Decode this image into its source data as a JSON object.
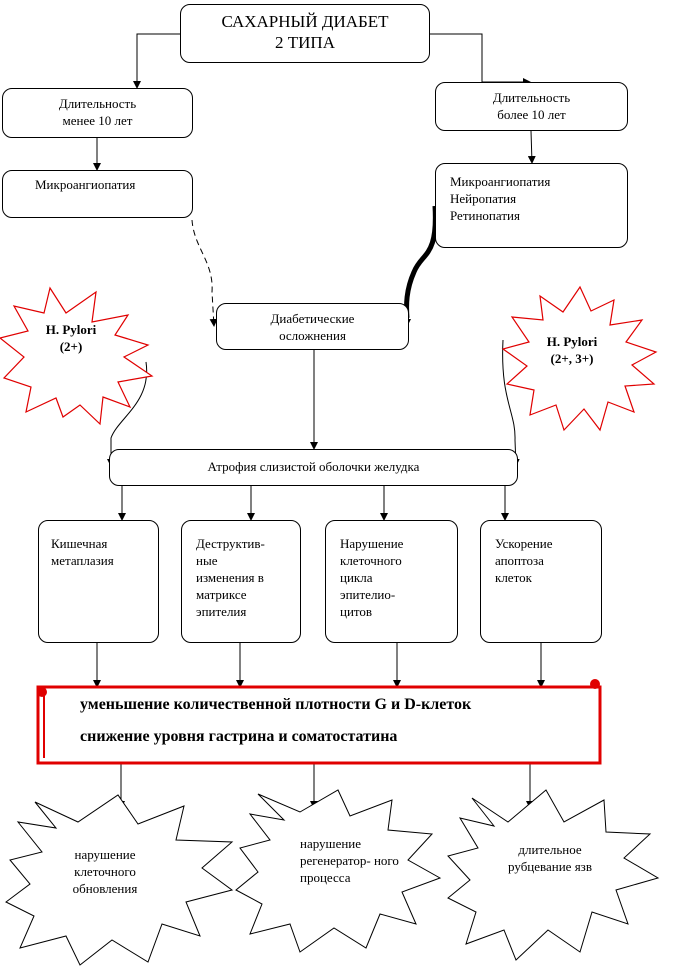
{
  "title": [
    "САХАРНЫЙ ДИАБЕТ",
    "2 ТИПА"
  ],
  "duration_short": [
    "Длительность",
    "менее 10 лет"
  ],
  "duration_long": [
    "Длительность",
    "более 10 лет"
  ],
  "complications_short": [
    "Микроангиопатия"
  ],
  "complications_long": [
    "Микроангиопатия",
    "Нейропатия",
    "Ретинопатия"
  ],
  "diabetic_complications": [
    "Диабетические",
    "осложнения"
  ],
  "hp_left": [
    "H.",
    "Pylori",
    "(2+)"
  ],
  "hp_right": [
    "H.",
    "Pylori",
    "(2+, 3+)"
  ],
  "atrophy": "Атрофия слизистой оболочки желудка",
  "effects": [
    [
      "Кишечная",
      "метаплазия"
    ],
    [
      "Деструктив-",
      "ные",
      "изменения в",
      "матриксе",
      "эпителия"
    ],
    [
      "Нарушение",
      "клеточного",
      "цикла",
      "эпителио-",
      "цитов"
    ],
    [
      "Ускорение",
      "апоптоза",
      "клеток"
    ]
  ],
  "summary": [
    "уменьшение количественной плотности G и D-клеток",
    "снижение уровня гастрина и соматостатина"
  ],
  "outcomes": [
    [
      "нарушение",
      "клеточного",
      "обновления"
    ],
    [
      "нарушение",
      "регенератор-",
      "ного",
      "процесса"
    ],
    [
      "длительное",
      "рубцевание",
      "язв"
    ]
  ],
  "colors": {
    "line": "#000000",
    "accent": "#e00000",
    "fill": "#ffffff"
  }
}
